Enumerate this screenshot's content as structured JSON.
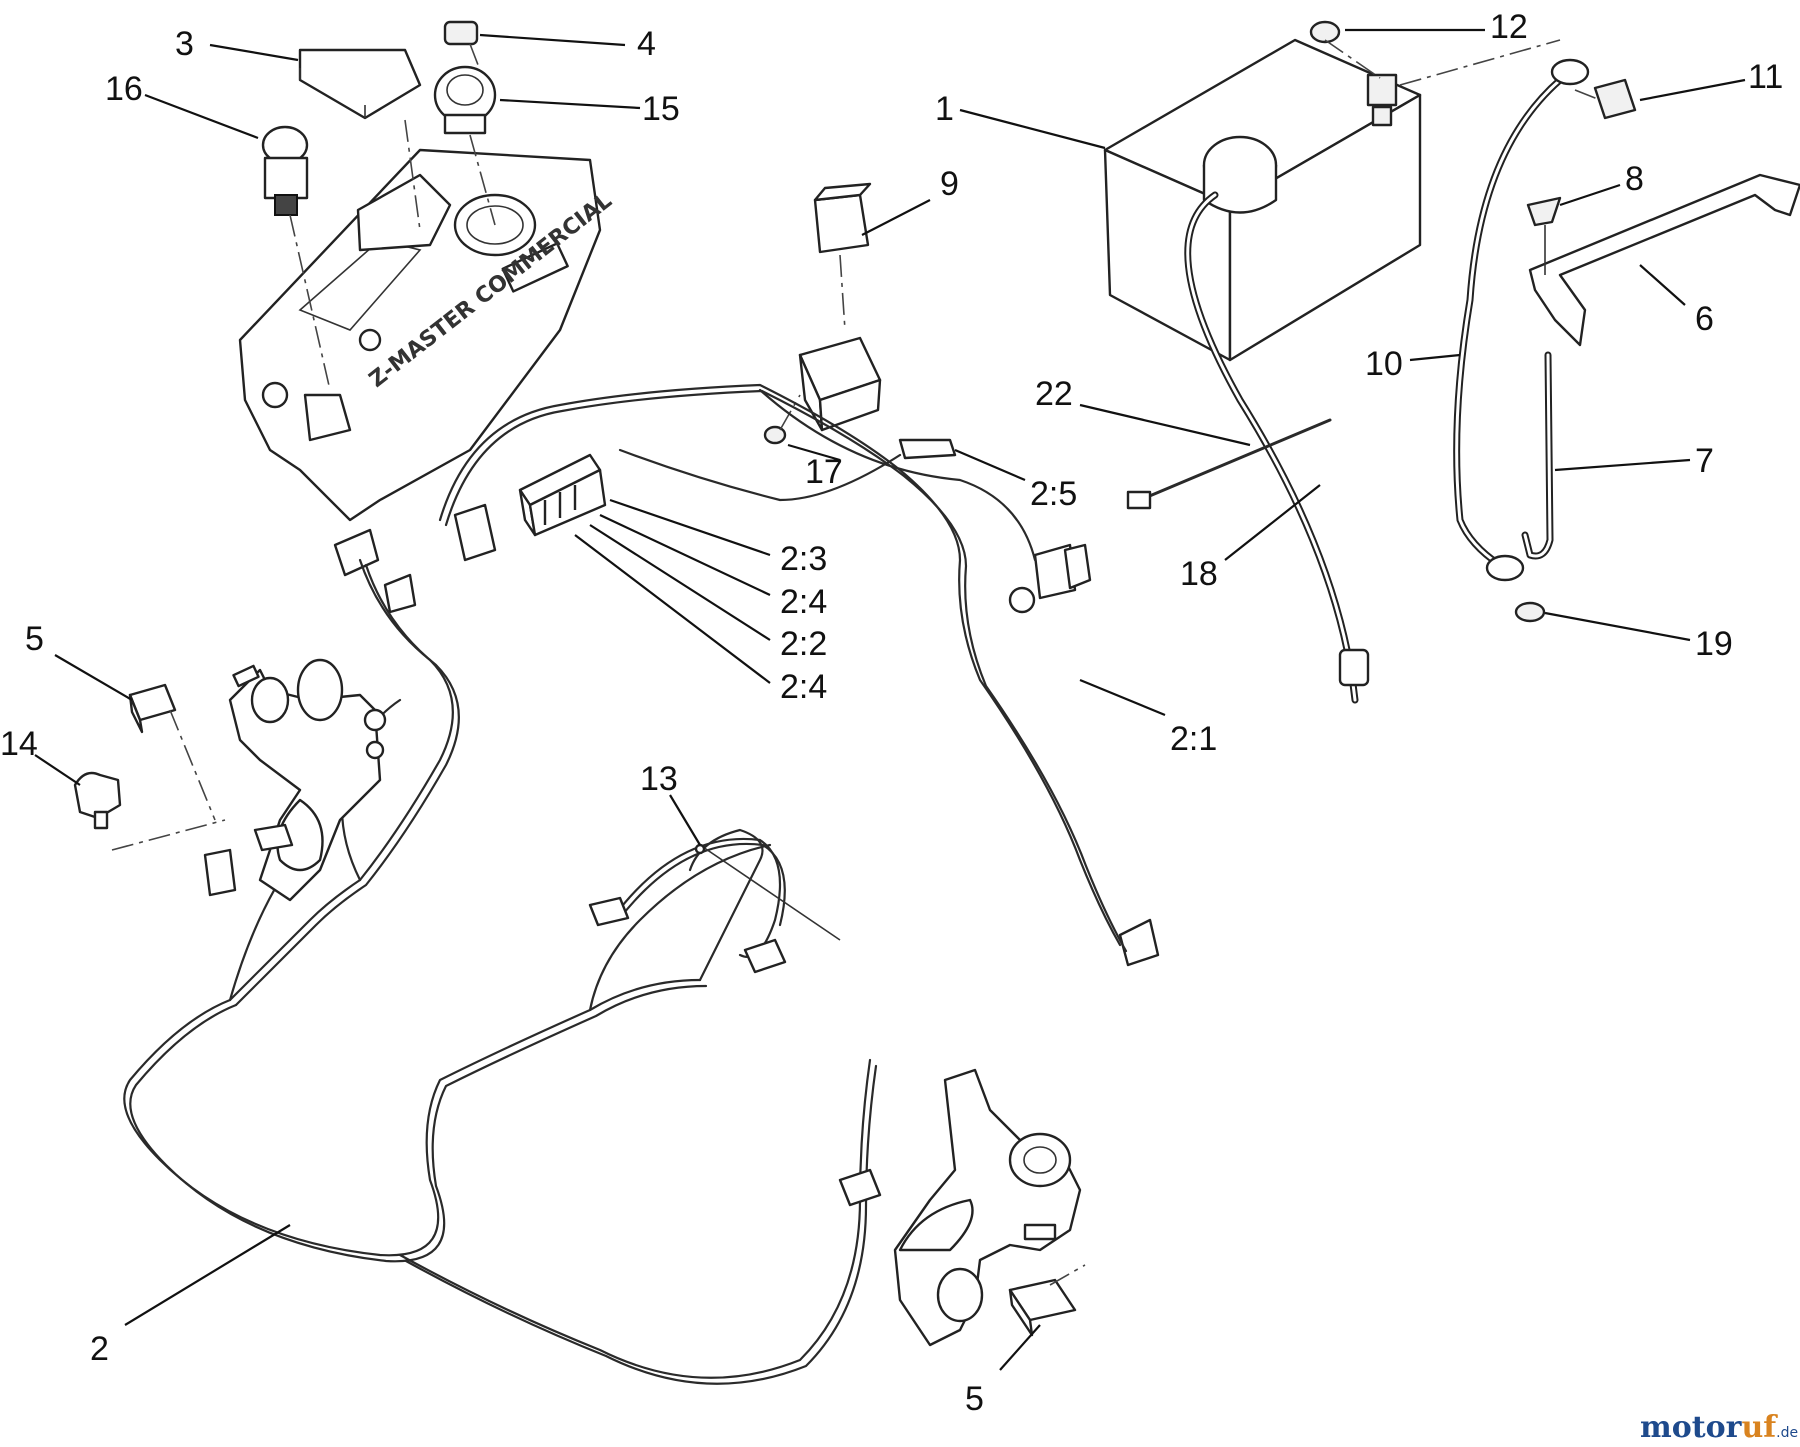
{
  "callouts": {
    "c1": "1",
    "c2": "2",
    "c2_1": "2:1",
    "c2_2": "2:2",
    "c2_3": "2:3",
    "c2_4a": "2:4",
    "c2_4b": "2:4",
    "c2_5": "2:5",
    "c3": "3",
    "c4": "4",
    "c5a": "5",
    "c5b": "5",
    "c6": "6",
    "c7": "7",
    "c8": "8",
    "c9": "9",
    "c10": "10",
    "c11": "11",
    "c12": "12",
    "c13": "13",
    "c14": "14",
    "c15": "15",
    "c16": "16",
    "c17": "17",
    "c18": "18",
    "c19": "19",
    "c22": "22"
  },
  "panel_logo": "Z-MASTER COMMERCIAL",
  "watermark": {
    "part1": "motor",
    "part2": "uf",
    "suffix": ".de"
  }
}
